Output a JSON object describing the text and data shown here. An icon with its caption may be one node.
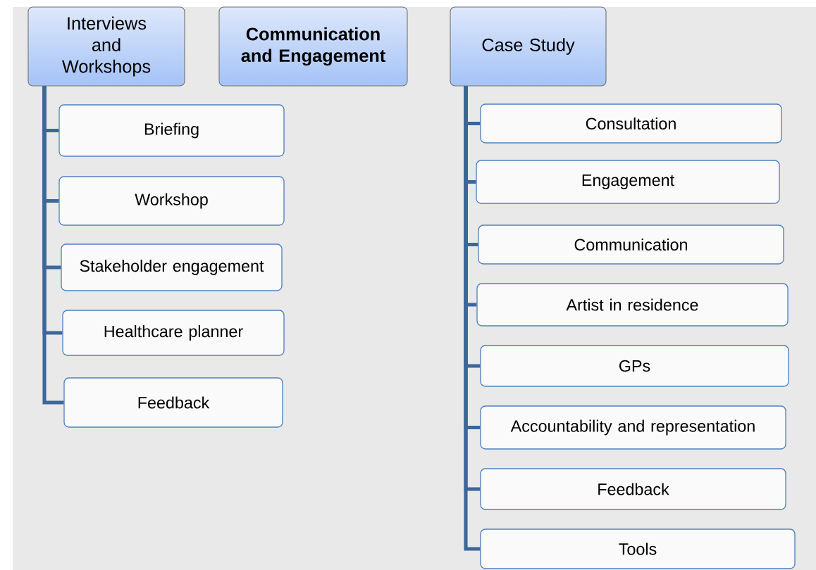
{
  "diagram": {
    "nodes": [
      {
        "text": [
          "Interviews and Workshops"
        ]
      },
      {
        "text": [
          "Communication and Engagement"
        ]
      },
      {
        "text": [
          "Case Study"
        ]
      },
      {
        "text": [
          "Briefing"
        ]
      },
      {
        "text": [
          "Workshop"
        ]
      },
      {
        "text": [
          "Stakeholder engagement"
        ]
      },
      {
        "text": [
          "Healthcare planner"
        ]
      },
      {
        "text": [
          "Feedback"
        ]
      },
      {
        "text": [
          "Consultation"
        ]
      },
      {
        "text": [
          "Engagement"
        ]
      },
      {
        "text": [
          "Communication"
        ]
      },
      {
        "text": [
          "Artist in residence"
        ]
      },
      {
        "text": [
          "GPs"
        ]
      },
      {
        "text": [
          "Accountability and representation"
        ]
      },
      {
        "text": [
          "Feedback"
        ]
      },
      {
        "text": [
          "Tools"
        ]
      }
    ],
    "edges": [
      {
        "from": 0,
        "to": 3,
        "arrow": "none"
      },
      {
        "from": 0,
        "to": 4,
        "arrow": "none"
      },
      {
        "from": 0,
        "to": 5,
        "arrow": "none"
      },
      {
        "from": 0,
        "to": 6,
        "arrow": "none"
      },
      {
        "from": 0,
        "to": 7,
        "arrow": "none"
      },
      {
        "from": 2,
        "to": 8,
        "arrow": "none"
      },
      {
        "from": 2,
        "to": 9,
        "arrow": "none"
      },
      {
        "from": 2,
        "to": 10,
        "arrow": "none"
      },
      {
        "from": 2,
        "to": 11,
        "arrow": "none"
      },
      {
        "from": 2,
        "to": 12,
        "arrow": "none"
      },
      {
        "from": 2,
        "to": 13,
        "arrow": "none"
      },
      {
        "from": 2,
        "to": 14,
        "arrow": "none"
      },
      {
        "from": 2,
        "to": 15,
        "arrow": "none"
      }
    ]
  }
}
